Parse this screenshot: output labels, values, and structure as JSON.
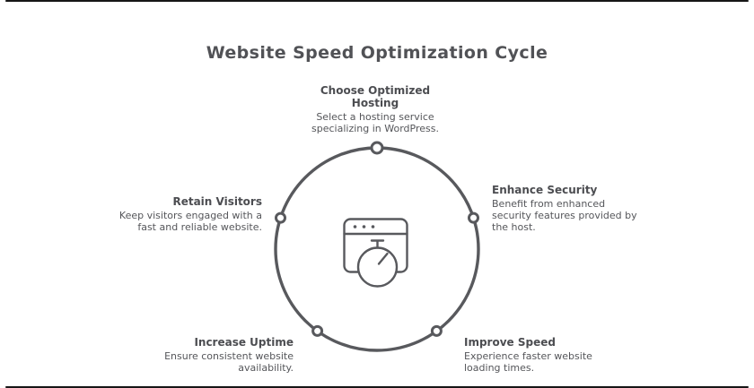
{
  "title": "Website Speed Optimization Cycle",
  "steps": [
    {
      "id": "hosting",
      "title": "Choose Optimized Hosting",
      "description": "Select a hosting service specializing in WordPress."
    },
    {
      "id": "security",
      "title": "Enhance Security",
      "description": "Benefit from enhanced security features provided by the host."
    },
    {
      "id": "speed",
      "title": "Improve Speed",
      "description": "Experience faster website loading times."
    },
    {
      "id": "uptime",
      "title": "Increase Uptime",
      "description": "Ensure consistent website availability."
    },
    {
      "id": "visitors",
      "title": "Retain Visitors",
      "description": "Keep visitors engaged with a fast and reliable website."
    }
  ],
  "icon": "browser-window-with-stopwatch",
  "colors": {
    "ring_stroke": "#58595d",
    "text": "#4e4f53",
    "edge_line": "#161616",
    "background": "#ffffff"
  }
}
